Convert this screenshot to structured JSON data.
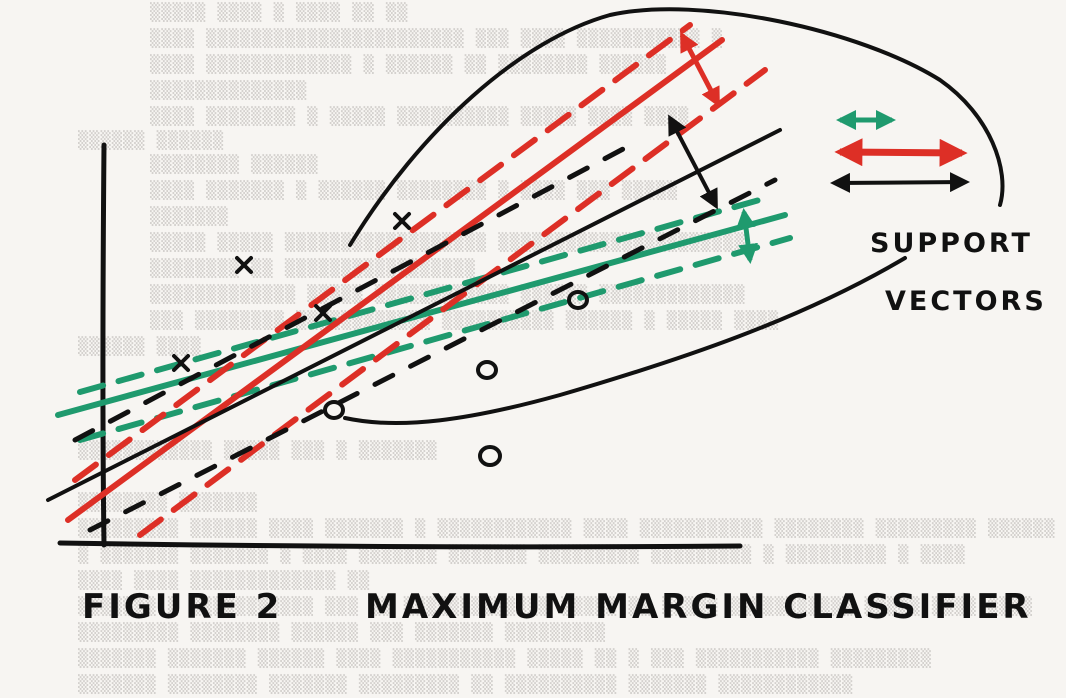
{
  "figure": {
    "label_left": "FIGURE 2",
    "label_right": "MAXIMUM MARGIN CLASSIFIER"
  },
  "annotation": {
    "support_line1": "SUPPORT",
    "support_line2": "VECTORS"
  },
  "colors": {
    "ink": "#111111",
    "red": "#dd2f26",
    "green": "#1f9a6e",
    "paper": "#f7f5f2",
    "ghost_text": "#c9c6c3"
  },
  "markers": {
    "cross_glyph": "x",
    "circle_glyph": "o"
  }
}
